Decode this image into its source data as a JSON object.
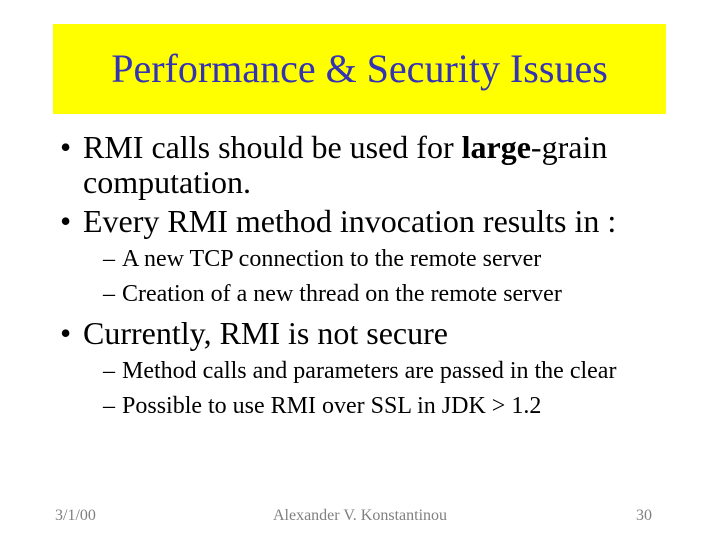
{
  "slide": {
    "title": "Performance & Security Issues",
    "markers": {
      "level1": "•",
      "level2": "–"
    },
    "bullets": [
      {
        "level": 1,
        "parts": [
          {
            "text": "RMI calls should be used for "
          },
          {
            "text": "large",
            "bold": true
          },
          {
            "text": "-grain computation."
          }
        ]
      },
      {
        "level": 1,
        "parts": [
          {
            "text": "Every RMI method invocation results in :"
          }
        ]
      },
      {
        "level": 2,
        "parts": [
          {
            "text": "A new TCP connection to the remote server"
          }
        ]
      },
      {
        "level": 2,
        "parts": [
          {
            "text": "Creation of a new thread on the remote server"
          }
        ]
      },
      {
        "level": 1,
        "parts": [
          {
            "text": "Currently, RMI is not secure"
          }
        ]
      },
      {
        "level": 2,
        "parts": [
          {
            "text": "Method calls and parameters are passed in the clear"
          }
        ]
      },
      {
        "level": 2,
        "parts": [
          {
            "text": "Possible to use RMI over SSL in JDK > 1.2"
          }
        ]
      }
    ],
    "footer": {
      "date": "3/1/00",
      "author": "Alexander V. Konstantinou",
      "slide_number": "30"
    },
    "colors": {
      "background": "#ffffff",
      "banner": "#ffff00",
      "title_text": "#3333b3",
      "body_text": "#000000",
      "footer_text": "#808080"
    }
  }
}
